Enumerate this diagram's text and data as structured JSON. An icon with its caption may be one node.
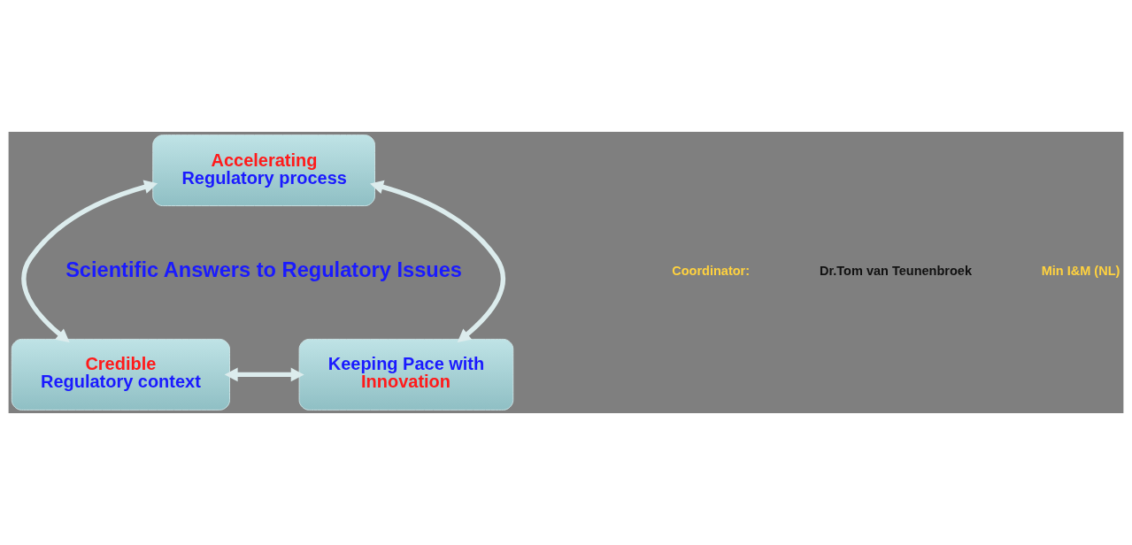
{
  "diagram": {
    "nodes": [
      {
        "text": [
          "Accelerating",
          "Regulatory process"
        ]
      },
      {
        "text": [
          "Credible",
          "Regulatory context"
        ]
      },
      {
        "text": [
          "Keeping Pace with",
          "Innovation"
        ]
      }
    ],
    "edges": [
      {
        "from": 0,
        "to": 1,
        "arrow": "both"
      },
      {
        "from": 0,
        "to": 2,
        "arrow": "both"
      },
      {
        "from": 1,
        "to": 2,
        "arrow": "both"
      }
    ],
    "labels": [
      "Scientific Answers to Regulatory Issues",
      "Coordinator:",
      "Dr.Tom van Teunenbroek",
      "Min I&M (NL)"
    ]
  }
}
